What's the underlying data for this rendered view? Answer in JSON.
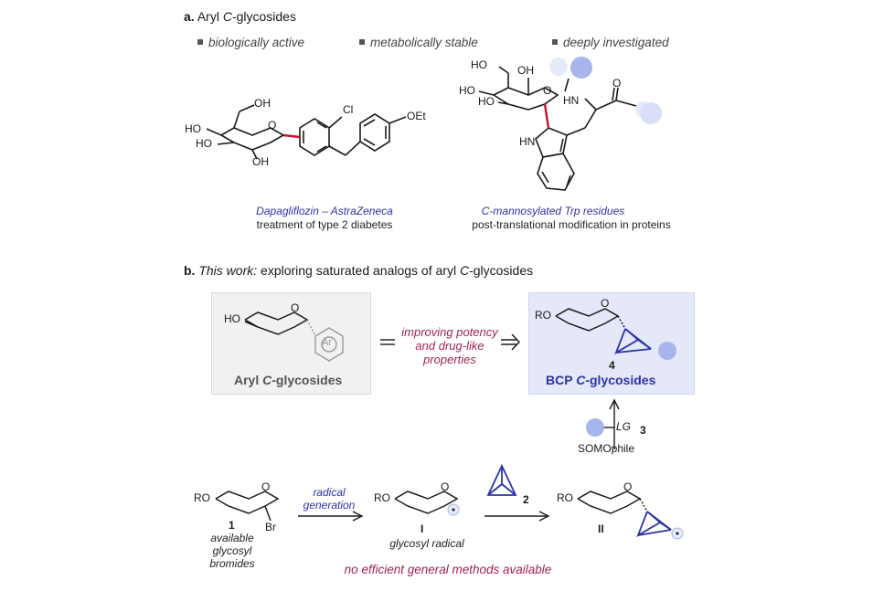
{
  "section_a": {
    "label": "a.",
    "title_pre": "Aryl ",
    "title_italic": "C",
    "title_post": "-glycosides",
    "bullets": [
      "biologically active",
      "metabolically stable",
      "deeply investigated"
    ]
  },
  "dapagliflozin": {
    "name": "Dapagliflozin – AstraZeneca",
    "desc": "treatment of type 2 diabetes",
    "atoms": {
      "oh_top": "OH",
      "ho_left": "HO",
      "ho_left2": "HO",
      "oh_bottom": "OH",
      "o_ring": "O",
      "cl": "Cl",
      "oet": "OEt"
    }
  },
  "trp": {
    "name": "C-mannosylated Trp residues",
    "desc": "post-translational modification in proteins",
    "atoms": {
      "ho1": "HO",
      "oh1": "OH",
      "ho2": "HO",
      "ho3": "HO",
      "o_ring": "O",
      "hn1": "HN",
      "o_carbonyl": "O",
      "hn2": "HN"
    }
  },
  "section_b": {
    "label": "b.",
    "title_italic": "This work:",
    "title_rest": " exploring saturated analogs of aryl ",
    "title_c": "C",
    "title_end": "-glycosides"
  },
  "aryl_box": {
    "ho": "HO",
    "o": "O",
    "ar": "Ar",
    "label_pre": "Aryl ",
    "label_c": "C",
    "label_post": "-glycosides"
  },
  "transform_text": [
    "improving potency",
    "and drug-like",
    "properties"
  ],
  "bcp_box": {
    "ro": "RO",
    "o": "O",
    "num": "4",
    "label_pre": "BCP ",
    "label_c": "C",
    "label_post": "-glycosides"
  },
  "somophile": {
    "lg": "LG",
    "num": "3",
    "label": "SOMOphile"
  },
  "scheme": {
    "cmpd1_ro": "RO",
    "cmpd1_o": "O",
    "cmpd1_br": "Br",
    "cmpd1_num": "1",
    "cmpd1_desc": [
      "available",
      "glycosyl",
      "bromides"
    ],
    "arrow1_text": [
      "radical",
      "generation"
    ],
    "intI_ro": "RO",
    "intI_o": "O",
    "intI_num": "I",
    "intI_desc": "glycosyl radical",
    "reagent_num": "2",
    "intII_ro": "RO",
    "intII_o": "O",
    "intII_num": "II",
    "footer": "no efficient general methods available"
  },
  "colors": {
    "bond_red": "#c8102e",
    "blue_dark": "#2b33a8",
    "magenta": "#a1225a",
    "bubble_blue": "#a8b4ec",
    "bubble_light": "#e6ebf9"
  }
}
